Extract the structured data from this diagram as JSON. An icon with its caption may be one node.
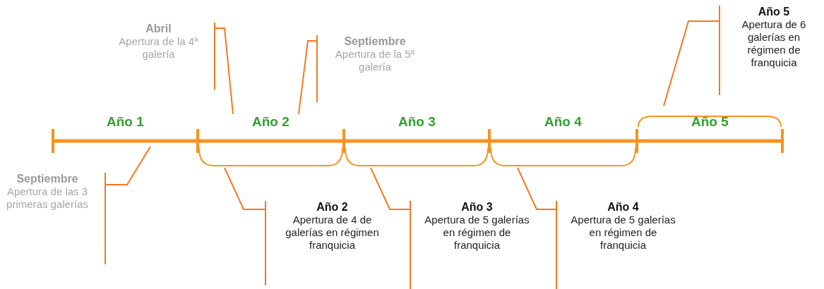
{
  "diagram": {
    "nodes": [
      {
        "text": [
          "Año 1"
        ]
      },
      {
        "text": [
          "Año 2"
        ]
      },
      {
        "text": [
          "Año 3"
        ]
      },
      {
        "text": [
          "Año 4"
        ]
      },
      {
        "text": [
          "Año 5"
        ]
      },
      {
        "text": [
          "Abril",
          "Apertura de la 4ª galería"
        ]
      },
      {
        "text": [
          "Septiembre",
          "Apertura de la 5ª galería"
        ]
      },
      {
        "text": [
          "Año 5",
          "Apertura de 6 galerías en régimen de franquicia"
        ]
      },
      {
        "text": [
          "Septiembre",
          "Apertura de las 3 primeras galerías"
        ]
      },
      {
        "text": [
          "Año 2",
          "Apertura de 4 de galerías en régimen franquicia"
        ]
      },
      {
        "text": [
          "Año 3",
          "Apertura de 5 galerías en régimen de franquicia"
        ]
      },
      {
        "text": [
          "Año 4",
          "Apertura de 5 galerías en régimen de franquicia"
        ]
      }
    ],
    "edges": [
      {
        "from": 5,
        "to": 1,
        "arrow": "none"
      },
      {
        "from": 6,
        "to": 1,
        "arrow": "none"
      },
      {
        "from": 7,
        "to": 4,
        "arrow": "none"
      },
      {
        "from": 8,
        "to": 0,
        "arrow": "none"
      },
      {
        "from": 9,
        "to": 1,
        "arrow": "none"
      },
      {
        "from": 10,
        "to": 2,
        "arrow": "none"
      },
      {
        "from": 11,
        "to": 3,
        "arrow": "none"
      }
    ]
  }
}
